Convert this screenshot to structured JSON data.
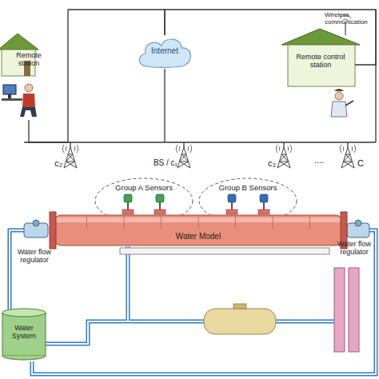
{
  "diagram": {
    "nodes": [
      {
        "text": [
          "Remote station"
        ]
      },
      {
        "text": [
          "Internet"
        ]
      },
      {
        "text": [
          "Remote control station"
        ]
      },
      {
        "text": [
          "Group A Sensors"
        ]
      },
      {
        "text": [
          "Group B Sensors"
        ]
      },
      {
        "text": [
          "Water Model"
        ]
      },
      {
        "text": [
          "Water System"
        ]
      }
    ],
    "edges": [
      {
        "from": 1,
        "to": 0,
        "arrow": "none"
      },
      {
        "from": 1,
        "to": 2,
        "arrow": "none"
      }
    ],
    "labels": [
      "Wireless communication",
      "c₂",
      "BS / c₁",
      "c₃",
      "....",
      "C",
      "Water flow regulator",
      "Water flow regulator"
    ]
  }
}
